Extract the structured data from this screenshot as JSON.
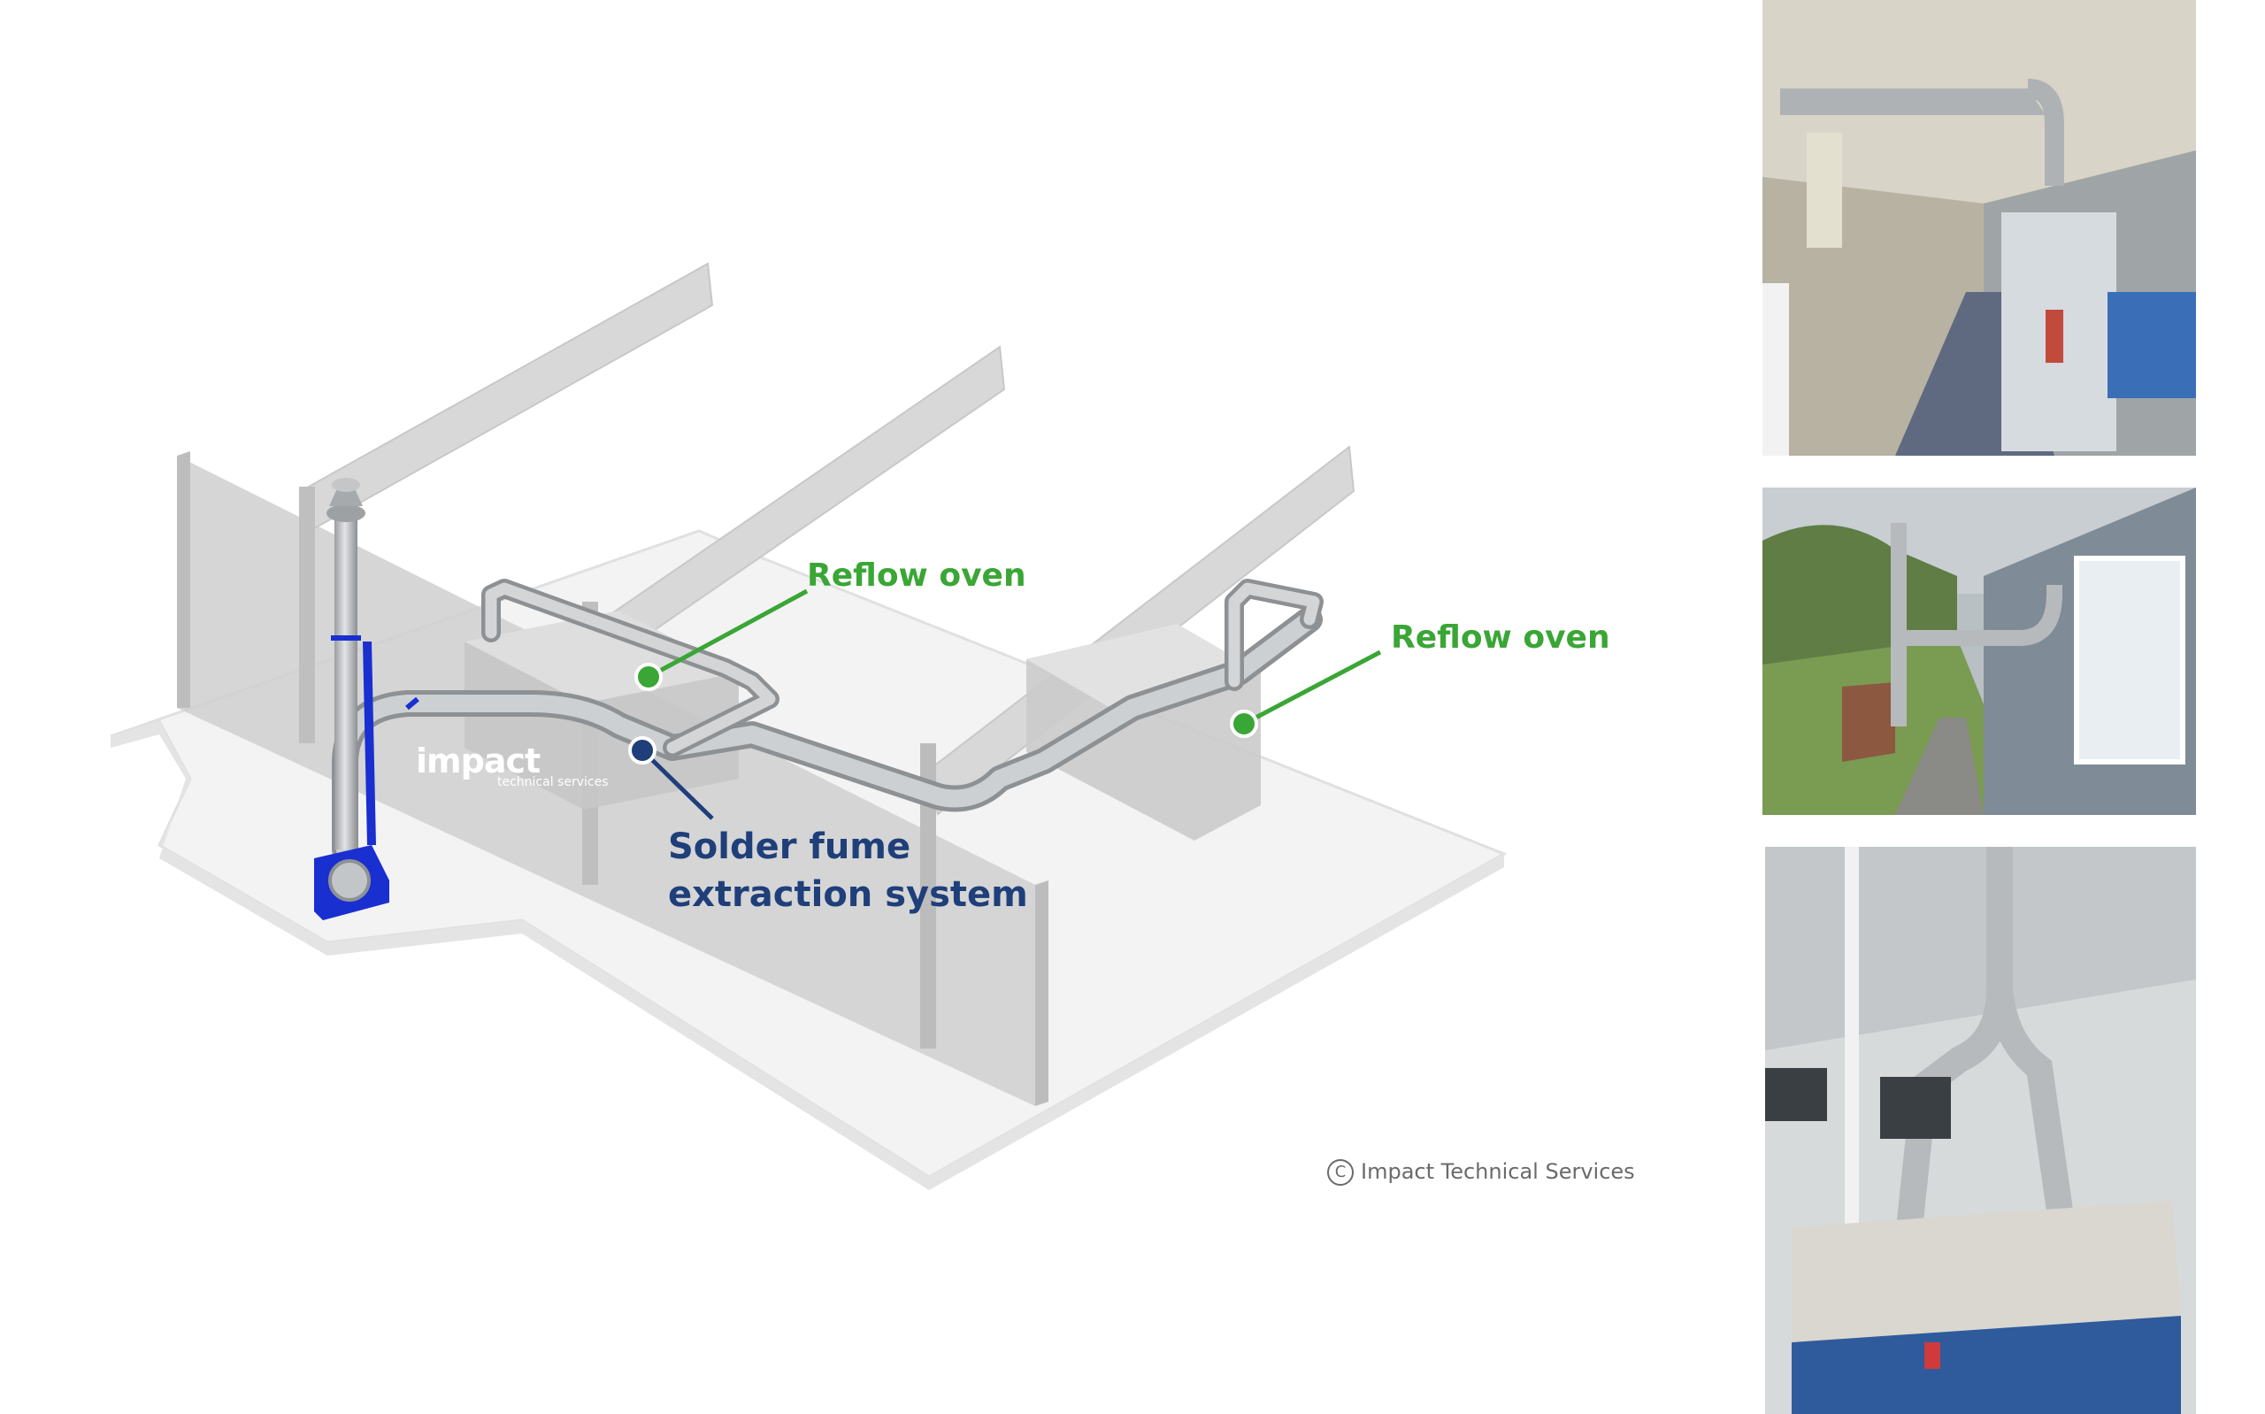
{
  "labels": {
    "reflow_oven_1": "Reflow oven",
    "reflow_oven_2": "Reflow oven",
    "extraction_line1": "Solder fume",
    "extraction_line2": "extraction system"
  },
  "logo": {
    "name": "impact",
    "tagline": "technical services"
  },
  "copyright": "Impact Technical Services",
  "colors": {
    "green": "#3aa635",
    "blue": "#1f3f7a",
    "fan_blue": "#1a2fd0",
    "duct": "#b9bcbf",
    "wall": "#d2d2d2"
  },
  "photos": [
    {
      "name": "factory-corridor-photo"
    },
    {
      "name": "outdoor-exhaust-stack-photo"
    },
    {
      "name": "reflow-oven-ducting-photo"
    }
  ]
}
